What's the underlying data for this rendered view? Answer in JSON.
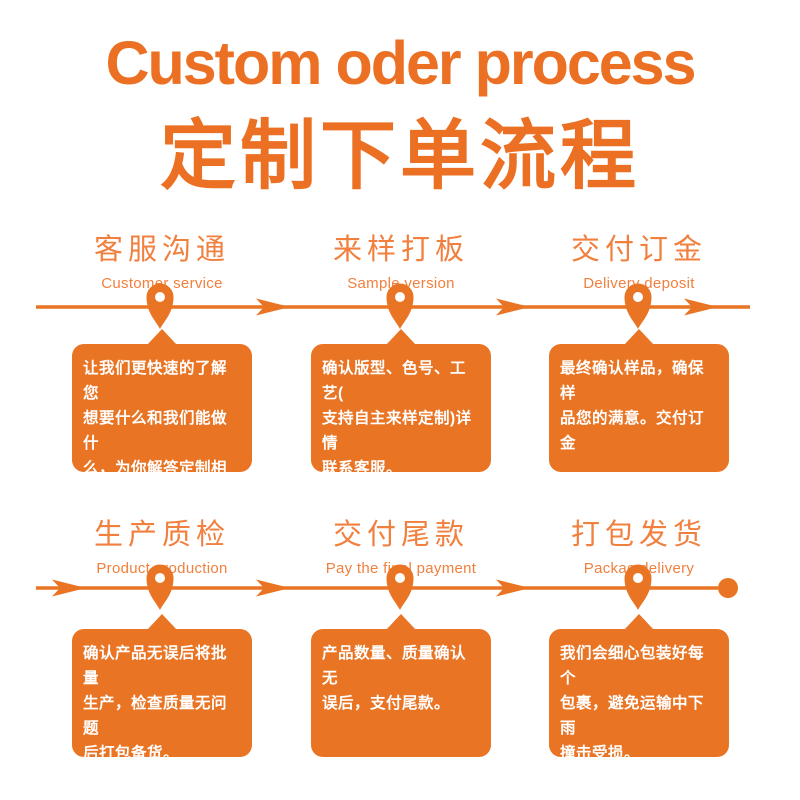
{
  "title": {
    "en": "Custom oder process",
    "zh": "定制下单流程"
  },
  "colors": {
    "accent": "#e87424",
    "accent_title": "#ec7023",
    "accent_soft": "#f1803e"
  },
  "steps": [
    {
      "zh": "客服沟通",
      "en": "Customer service",
      "desc": "让我们更快速的了解您\n想要什么和我们能做什\n么，为你解答定制相关\n的疑问。"
    },
    {
      "zh": "来样打板",
      "en": "Sample version",
      "desc": "确认版型、色号、工艺(\n支持自主来样定制)详情\n联系客服。"
    },
    {
      "zh": "交付订金",
      "en": "Delivery deposit",
      "desc": "最终确认样品，确保样\n品您的满意。交付订金"
    },
    {
      "zh": "生产质检",
      "en": "Product production",
      "desc": "确认产品无误后将批量\n生产，检查质量无问题\n后打包备货。"
    },
    {
      "zh": "交付尾款",
      "en": "Pay the final payment",
      "desc": "产品数量、质量确认无\n误后，支付尾款。"
    },
    {
      "zh": "打包发货",
      "en": "Packae delivery",
      "desc": "我们会细心包装好每个\n包裹，避免运输中下雨\n撞击受损。"
    }
  ]
}
